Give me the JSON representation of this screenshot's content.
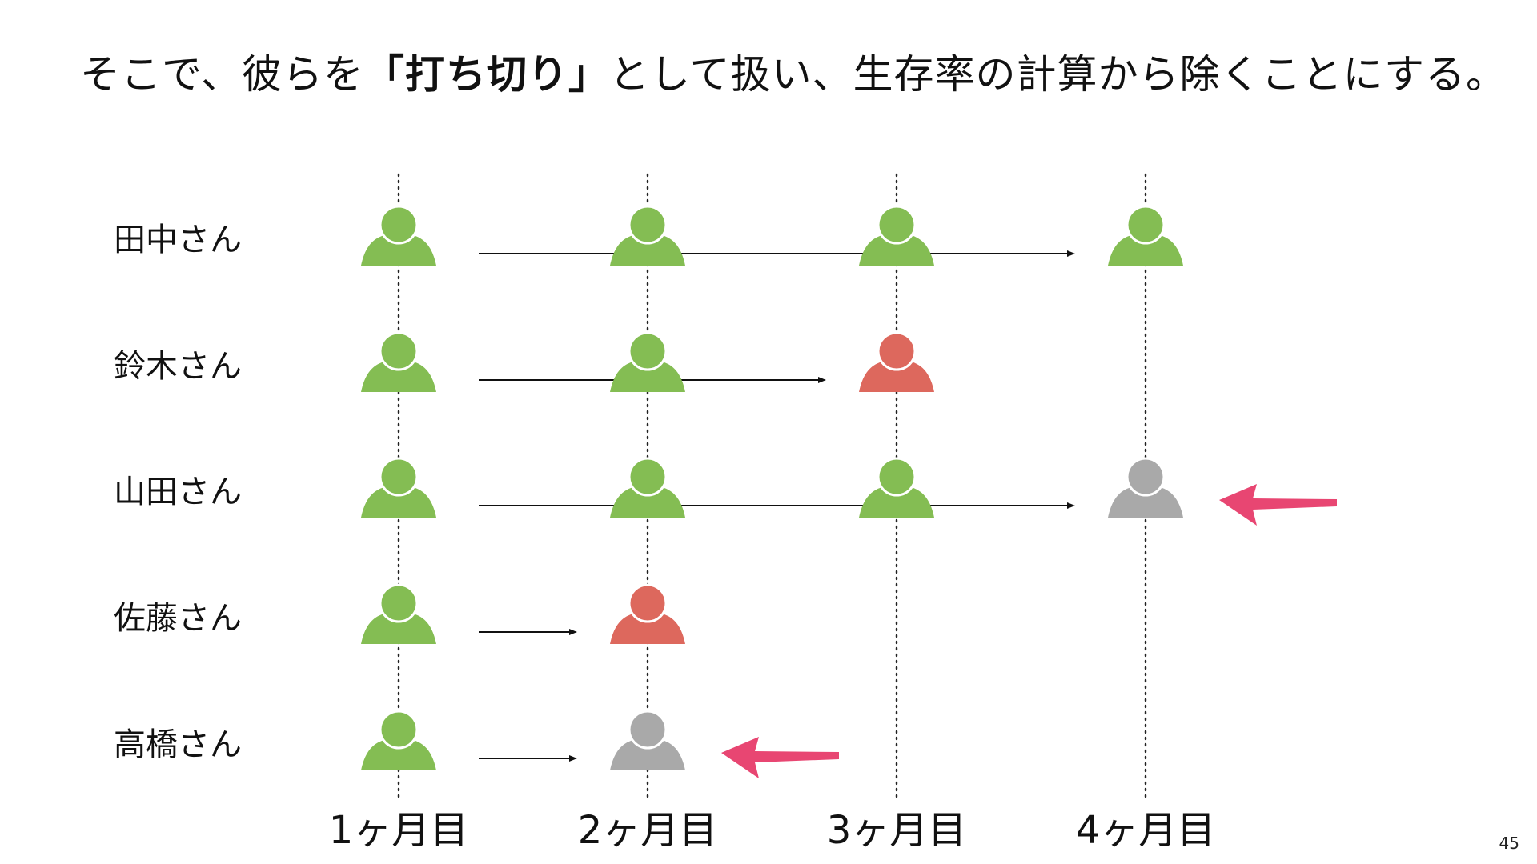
{
  "slide": {
    "title_prefix": "そこで、彼らを",
    "title_emphasis": "「打ち切り」",
    "title_suffix": "として扱い、生存率の計算から除くことにする。",
    "page_number": "45"
  },
  "colors": {
    "alive": "#84bd53",
    "dead": "#dd685d",
    "censored": "#a9a9a9",
    "highlight_arrow": "#e84672",
    "observation_line": "#111111",
    "dotted_line": "#222222"
  },
  "months": [
    "1ヶ月目",
    "2ヶ月目",
    "3ヶ月目",
    "4ヶ月目"
  ],
  "subjects": [
    {
      "name": "田中さん",
      "states": [
        "alive",
        "alive",
        "alive",
        "alive"
      ],
      "follow_up_months": 4,
      "highlight": false
    },
    {
      "name": "鈴木さん",
      "states": [
        "alive",
        "alive",
        "dead"
      ],
      "follow_up_months": 3,
      "highlight": false
    },
    {
      "name": "山田さん",
      "states": [
        "alive",
        "alive",
        "alive",
        "censored"
      ],
      "follow_up_months": 4,
      "highlight": true
    },
    {
      "name": "佐藤さん",
      "states": [
        "alive",
        "dead"
      ],
      "follow_up_months": 2,
      "highlight": false
    },
    {
      "name": "高橋さん",
      "states": [
        "alive",
        "censored"
      ],
      "follow_up_months": 2,
      "highlight": true
    }
  ]
}
